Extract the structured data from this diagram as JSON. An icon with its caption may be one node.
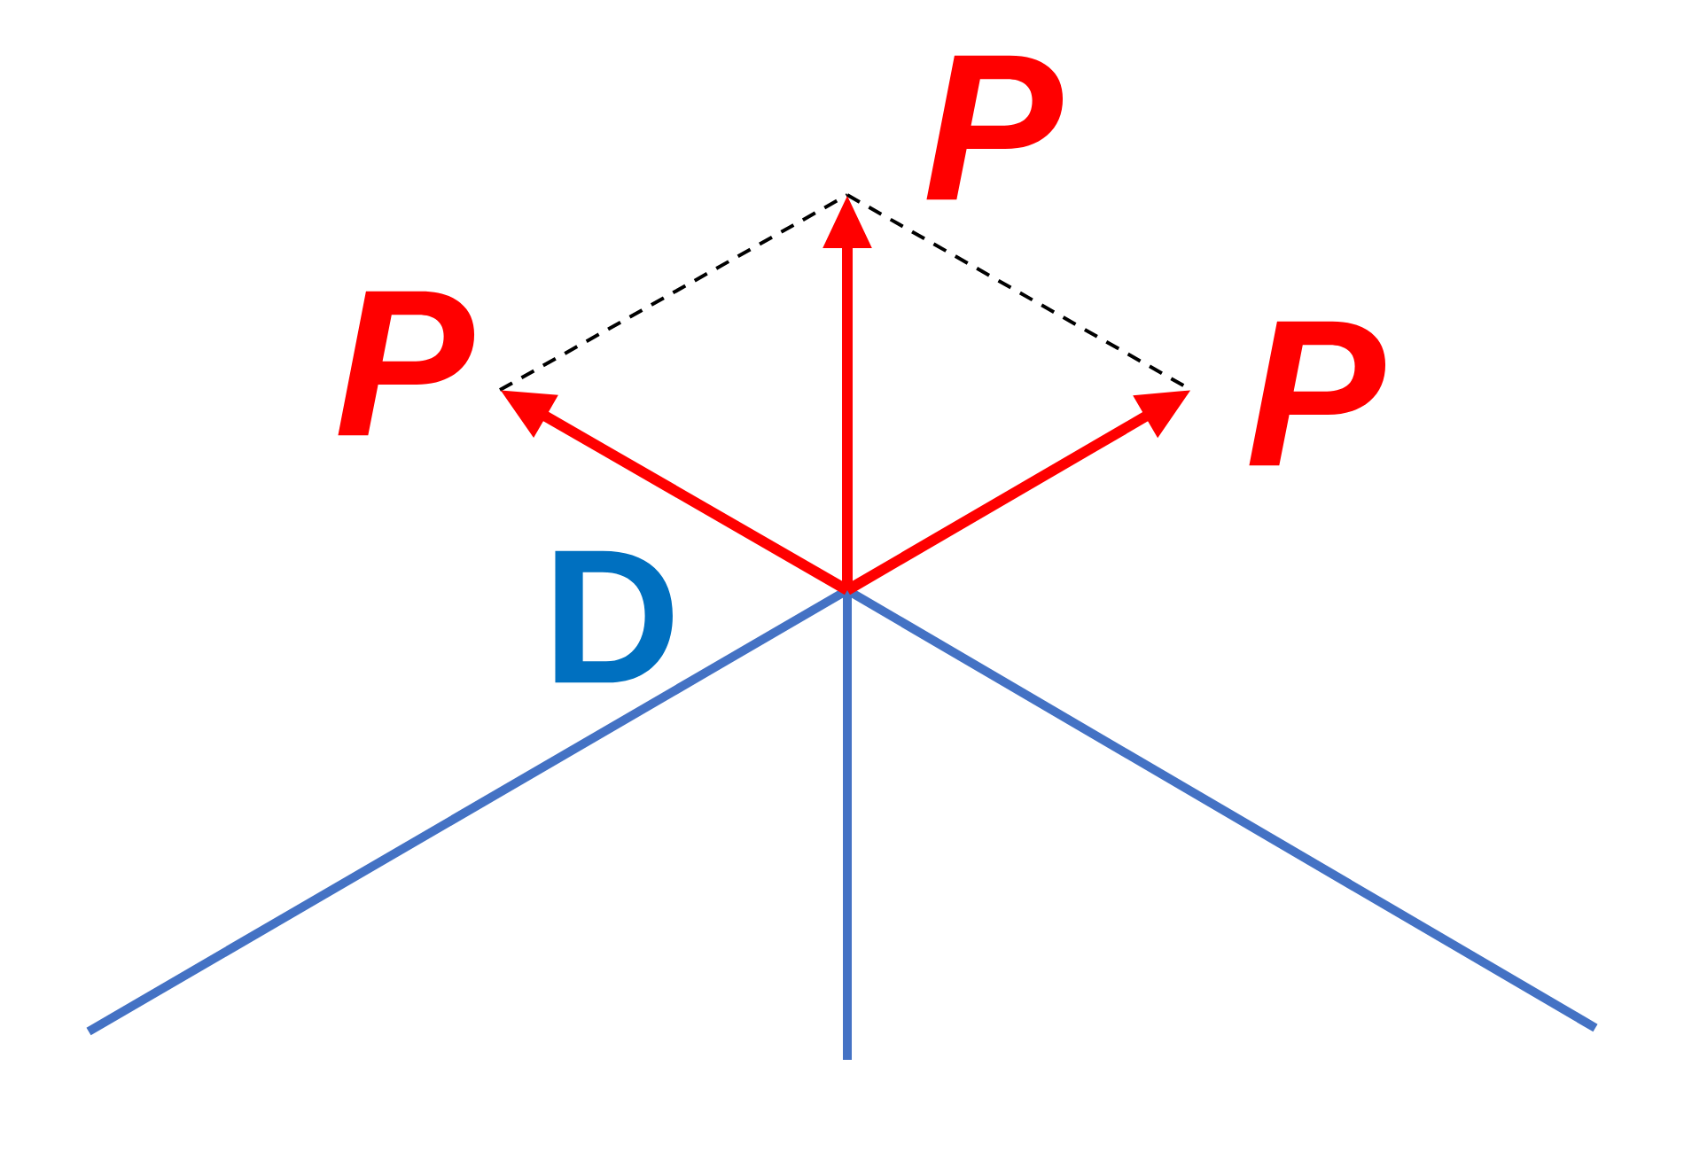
{
  "diagram": {
    "labels": [
      "P",
      "P",
      "P",
      "D"
    ]
  }
}
